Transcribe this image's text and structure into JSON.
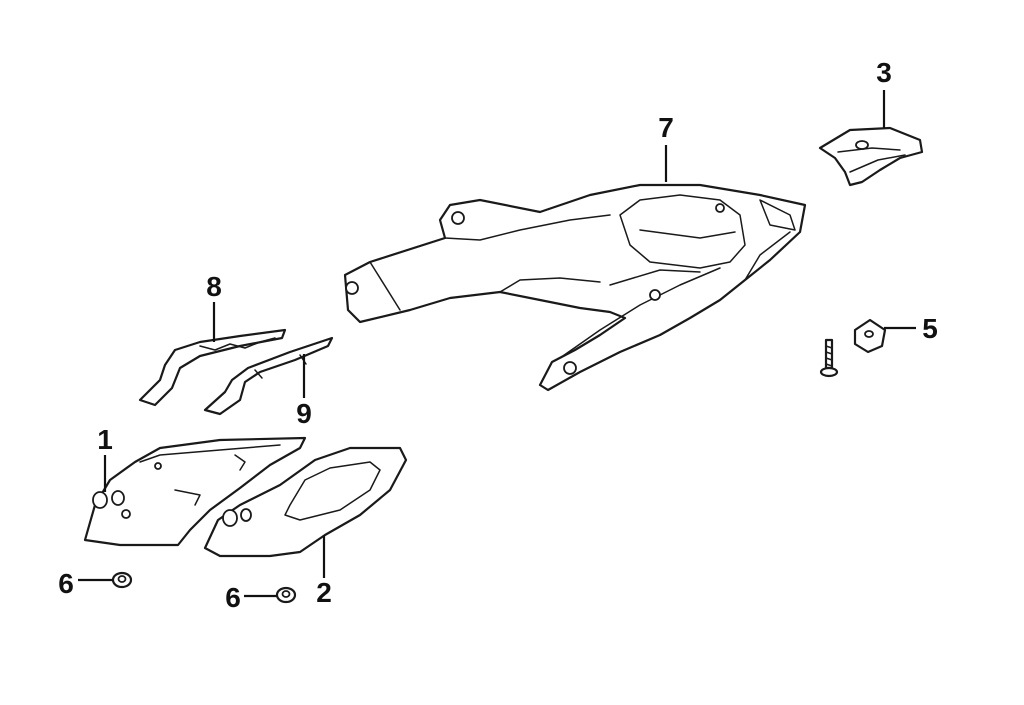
{
  "diagram": {
    "callouts": [
      {
        "id": "1",
        "label": "1"
      },
      {
        "id": "2",
        "label": "2"
      },
      {
        "id": "3",
        "label": "3"
      },
      {
        "id": "5",
        "label": "5"
      },
      {
        "id": "6a",
        "label": "6"
      },
      {
        "id": "6b",
        "label": "6"
      },
      {
        "id": "7",
        "label": "7"
      },
      {
        "id": "8",
        "label": "8"
      },
      {
        "id": "9",
        "label": "9"
      }
    ]
  }
}
